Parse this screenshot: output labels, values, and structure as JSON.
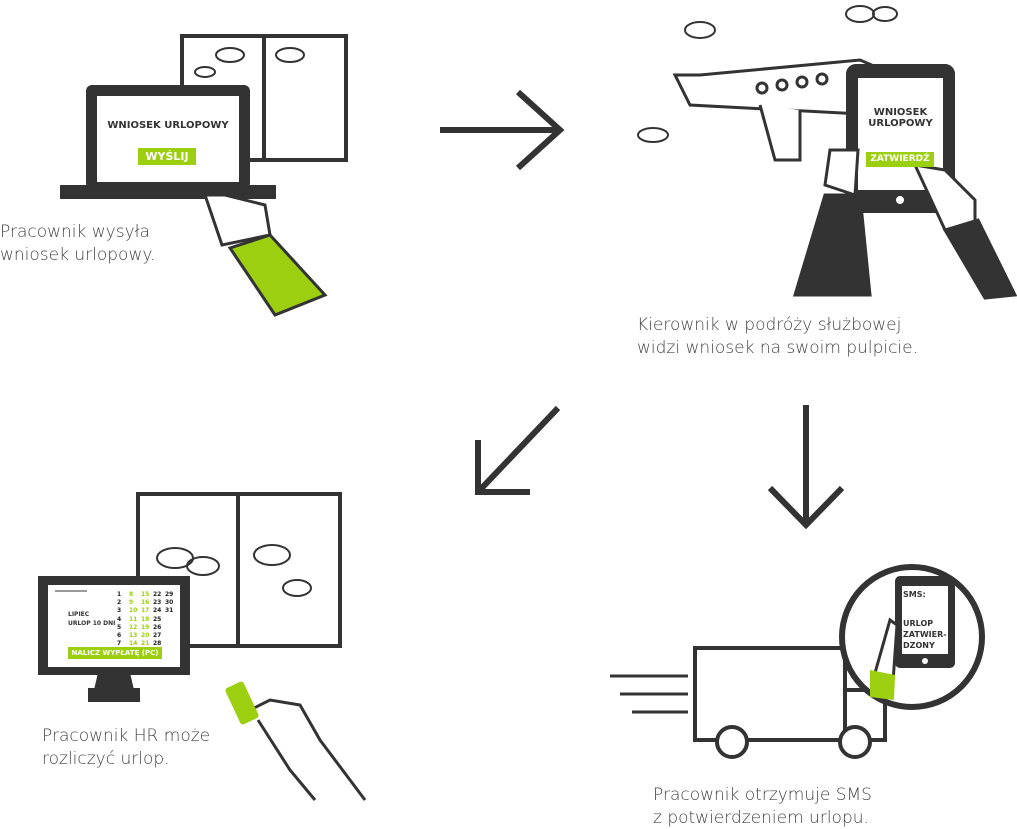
{
  "step1": {
    "screen_title": "WNIOSEK URLOPOWY",
    "button": "WYŚLIJ",
    "caption": [
      "Pracownik wysyła",
      "wniosek urlopowy."
    ]
  },
  "step2": {
    "screen_title_1": "WNIOSEK",
    "screen_title_2": "URLOPOWY",
    "button": "ZATWIERDŹ",
    "caption": [
      "Kierownik w podróży służbowej",
      "widzi wniosek na swoim pulpicie."
    ]
  },
  "step3": {
    "sms_label": "SMS:",
    "sms_1": "URLOP",
    "sms_2": "ZATWIER-",
    "sms_3": "DZONY",
    "caption": [
      "Pracownik otrzymuje SMS",
      "z potwierdzeniem urlopu."
    ]
  },
  "step4": {
    "month": "LIPIEC",
    "leave": "URLOP 10 DNI",
    "button": "NALICZ WYPŁATĘ (PC)",
    "calendar": [
      [
        "1",
        "8",
        "15",
        "22",
        "29"
      ],
      [
        "2",
        "9",
        "16",
        "23",
        "30"
      ],
      [
        "3",
        "10",
        "17",
        "24",
        "31"
      ],
      [
        "4",
        "11",
        "18",
        "25",
        ""
      ],
      [
        "5",
        "12",
        "19",
        "26",
        ""
      ],
      [
        "6",
        "13",
        "20",
        "27",
        ""
      ],
      [
        "7",
        "14",
        "21",
        "28",
        ""
      ]
    ],
    "caption": [
      "Pracownik HR może",
      "rozliczyć urlop."
    ]
  },
  "colors": {
    "accent": "#9ccf0f",
    "ink": "#333333"
  }
}
